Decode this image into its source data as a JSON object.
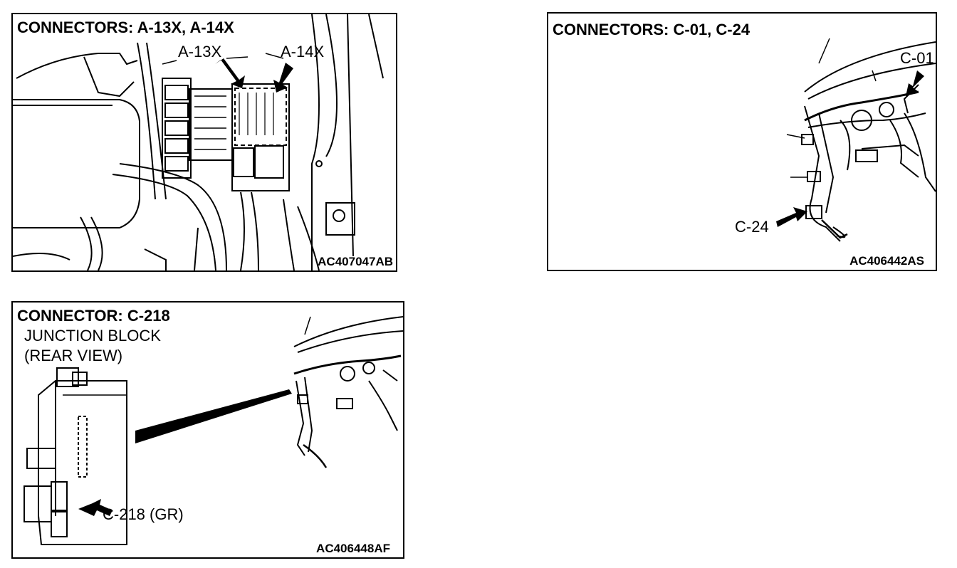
{
  "panels": [
    {
      "title": "CONNECTORS: A-13X, A-14X",
      "labels": [
        "A-13X",
        "A-14X"
      ],
      "figure_code": "AC407047AB"
    },
    {
      "title": "CONNECTORS: C-01, C-24",
      "labels": [
        "C-01",
        "C-24"
      ],
      "figure_code": "AC406442AS"
    },
    {
      "title": "CONNECTOR: C-218",
      "subtitle_lines": [
        "JUNCTION BLOCK",
        "(REAR VIEW)"
      ],
      "labels": [
        "C-218 (GR)"
      ],
      "figure_code": "AC406448AF"
    }
  ]
}
